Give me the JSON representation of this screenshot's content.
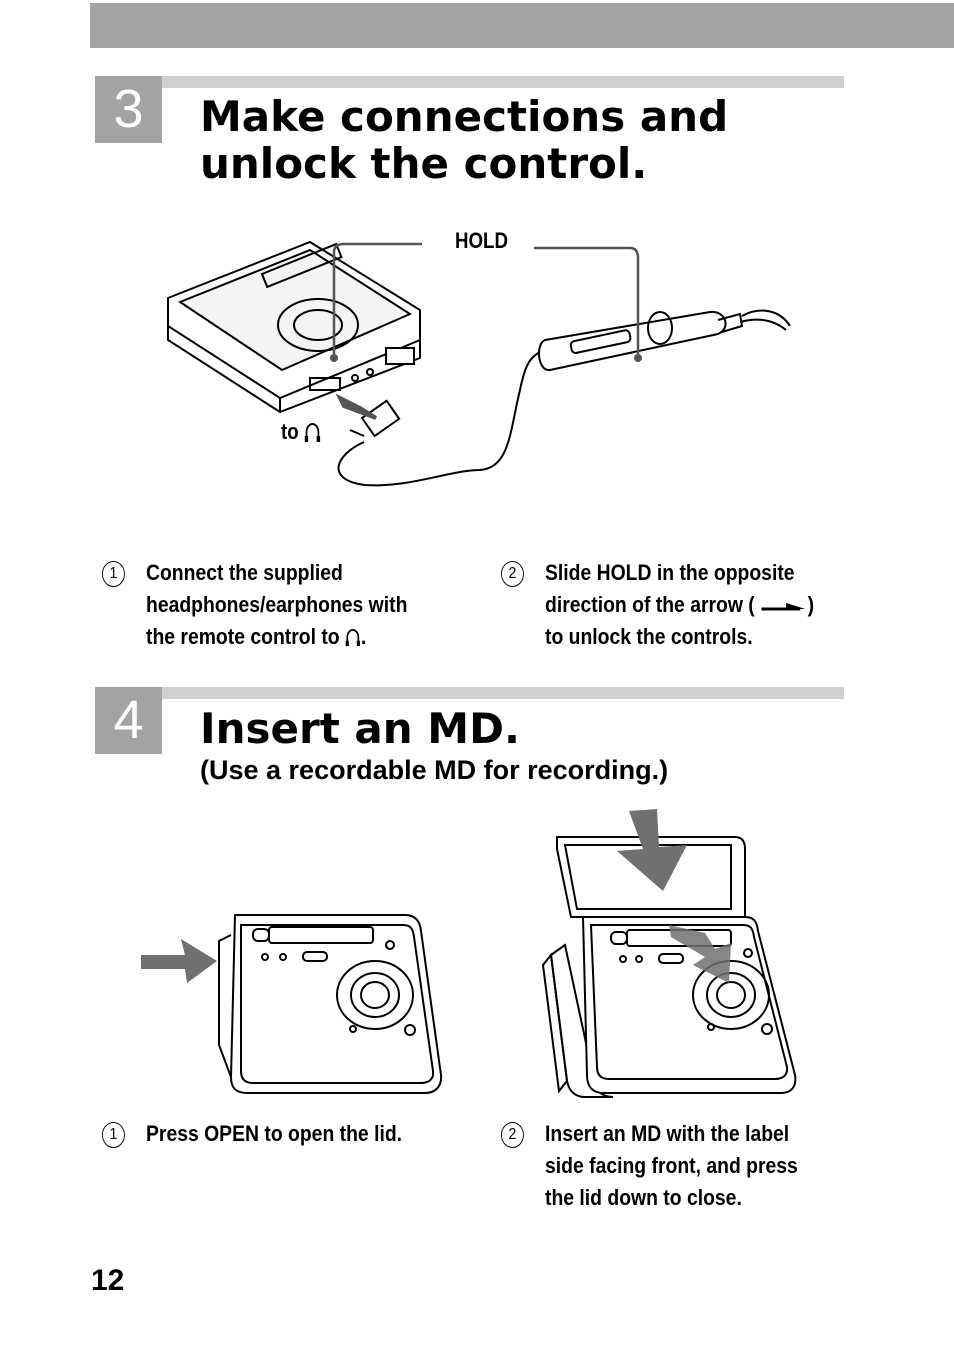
{
  "page_number": "12",
  "section3": {
    "number": "3",
    "title_line1": "Make connections and",
    "title_line2": "unlock the control.",
    "labels": {
      "hold": "HOLD",
      "to": "to"
    },
    "steps": [
      {
        "num": "1",
        "lines": [
          "Connect the supplied",
          "headphones/earphones with",
          "the remote control to"
        ],
        "tail": "."
      },
      {
        "num": "2",
        "lines": [
          "Slide HOLD in the opposite",
          "direction of the arrow (",
          "to unlock the controls."
        ],
        "arrow_close": ")"
      }
    ]
  },
  "section4": {
    "number": "4",
    "title": "Insert an MD.",
    "subtitle": "(Use a recordable MD for recording.)",
    "steps": [
      {
        "num": "1",
        "lines": [
          "Press OPEN to open the lid."
        ]
      },
      {
        "num": "2",
        "lines": [
          "Insert an MD with the label",
          "side facing front, and press",
          "the lid down to close."
        ]
      }
    ]
  },
  "icons": [
    "headphones-icon",
    "hold-arrow-icon",
    "push-arrow-icon"
  ],
  "colors": {
    "bar_gray": "#a3a3a3",
    "band_gray": "#cfcfcf",
    "arrow_gray": "#707070"
  }
}
